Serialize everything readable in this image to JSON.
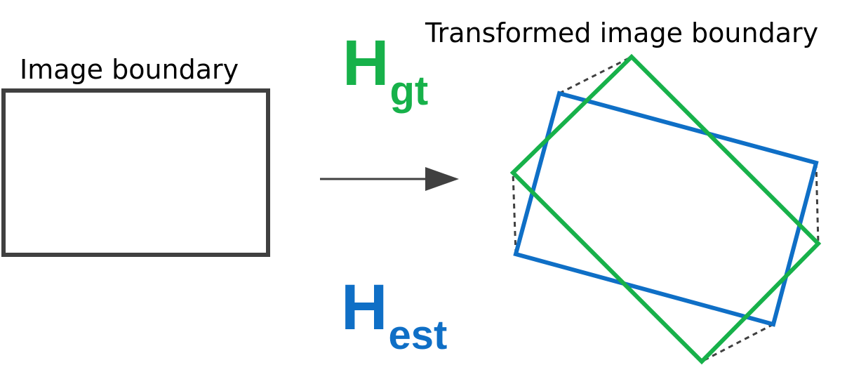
{
  "labels": {
    "image_boundary": "Image boundary",
    "transformed_boundary": "Transformed image boundary"
  },
  "symbols": {
    "gt": {
      "main": "H",
      "sub": "gt"
    },
    "est": {
      "main": "H",
      "sub": "est"
    }
  },
  "colors": {
    "boundary": "#404040",
    "ground_truth": "#17b14a",
    "estimate": "#0f6fc6",
    "error": "#404040",
    "arrow": "#404040"
  }
}
